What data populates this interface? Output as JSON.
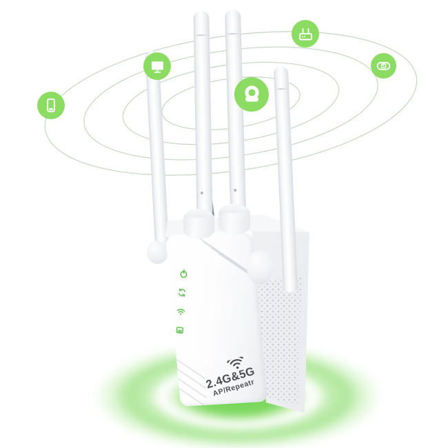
{
  "scene": {
    "description_name": "wifi-repeater-product-shot"
  },
  "product": {
    "brand_line1": "2.4G&5G",
    "brand_line2": "AP/Repeatr",
    "logo": "wifi-arcs"
  },
  "device": {
    "type": "wireless-repeater",
    "antenna_count": 4,
    "antennas": [
      "rear-left",
      "front-left",
      "front-right",
      "rear-right"
    ],
    "led_indicators": [
      "power",
      "wps",
      "wifi-signal",
      "lan"
    ]
  },
  "connected_device_icons": [
    {
      "name": "smartphone"
    },
    {
      "name": "monitor"
    },
    {
      "name": "router"
    },
    {
      "name": "webcam"
    },
    {
      "name": "handheld-console"
    }
  ],
  "orbit_rings": {
    "count": 4
  },
  "colors": {
    "icon_green": "#8cdc64",
    "ring_stroke": "#9fba95",
    "glow_green": "#6fd44f",
    "device_white": "#fafbfc",
    "side_gray": "#e6e8eb",
    "text_dark": "#4b4e52",
    "led_green": "#68c457",
    "background": "#ffffff"
  }
}
